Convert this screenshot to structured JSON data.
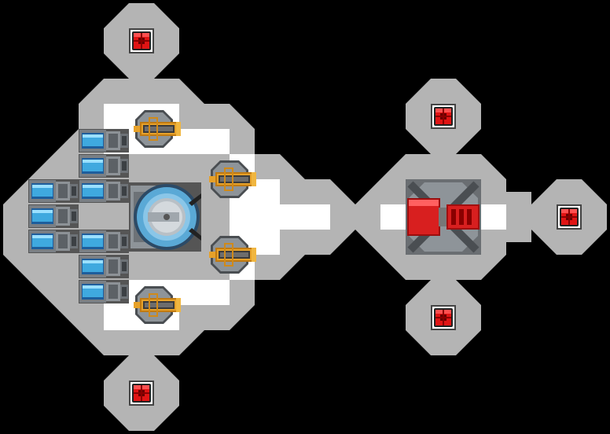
{
  "scene": {
    "background": "#000000",
    "hull_color": "#b4b4b4",
    "floor_color": "#ffffff"
  },
  "ship": {
    "main_hull": {
      "name": "main-hull"
    },
    "rear_hull": {
      "name": "rear-hull"
    },
    "modules": {
      "sensor_pods": {
        "count": 5,
        "icon": "red-sensor-node",
        "color": "#dd1111"
      },
      "thrusters": {
        "count": 9,
        "icon": "blue-thruster-cell",
        "color": "#3fa9df"
      },
      "laser_turrets": {
        "count": 4,
        "icon": "gold-laser-turret",
        "color": "#d08a1a"
      },
      "reactor_core": {
        "count": 1,
        "icon": "blue-reactor-dome",
        "color": "#5aa9d6"
      },
      "heavy_cannon": {
        "count": 1,
        "icon": "red-heavy-cannon",
        "color": "#cc1a1a"
      }
    }
  }
}
